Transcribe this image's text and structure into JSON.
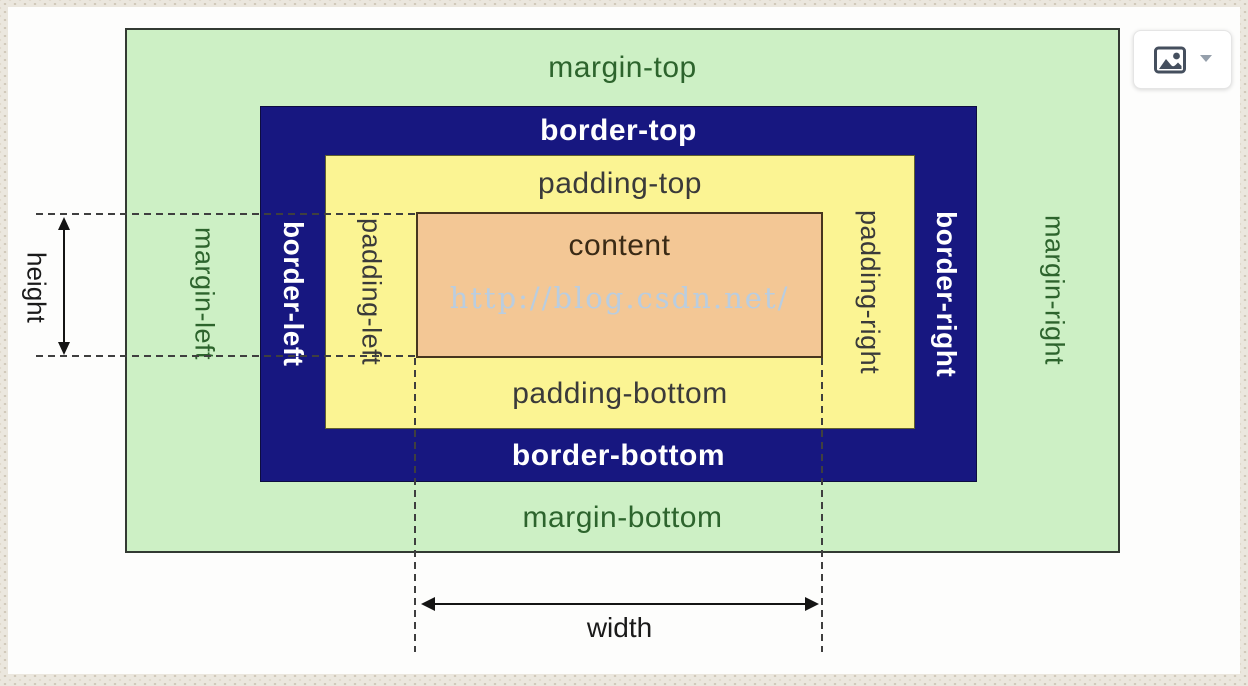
{
  "colors": {
    "bg-base": "#ebe7de",
    "bg-dot": "#cfc7b7",
    "panel": "#fdfdfc",
    "margin-fill": "#cdf0c5",
    "margin-text": "#2d642d",
    "border-fill": "#171780",
    "border-text": "#ffffff",
    "padding-fill": "#fbf493",
    "padding-text": "#3a3a3a",
    "content-fill": "#f3c795",
    "content-text": "#3a2a15",
    "dash": "#3f3f3f",
    "arrow": "#141414",
    "watermark": "#b9cde0"
  },
  "diagram": {
    "margin_top": "margin-top",
    "margin_bottom": "margin-bottom",
    "margin_left": "margin-left",
    "margin_right": "margin-right",
    "border_top": "border-top",
    "border_bottom": "border-bottom",
    "border_left": "border-left",
    "border_right": "border-right",
    "padding_top": "padding-top",
    "padding_bottom": "padding-bottom",
    "padding_left": "padding-left",
    "padding_right": "padding-right",
    "content": "content",
    "height": "height",
    "width": "width"
  },
  "watermark": "http://blog.csdn.net/",
  "icons": {
    "overlay_image": "image-icon",
    "overlay_dropdown": "triangle-down-icon"
  }
}
